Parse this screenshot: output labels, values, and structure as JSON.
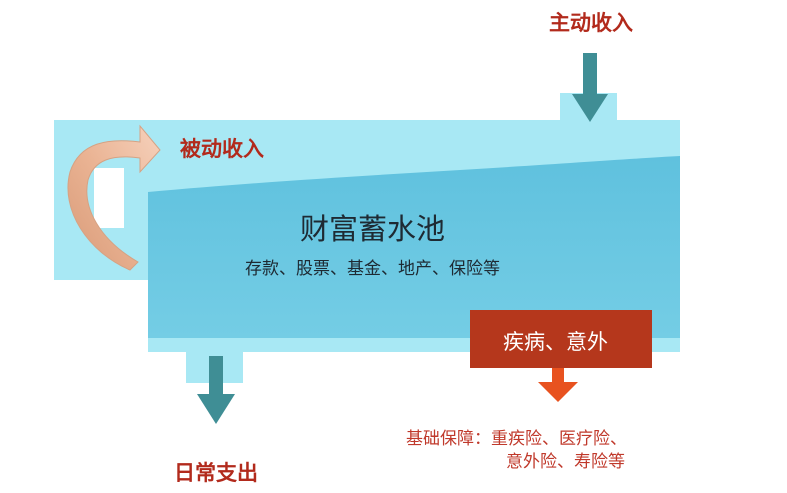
{
  "diagram": {
    "active_income": "主动收入",
    "passive_income": "被动收入",
    "pool_title": "财富蓄水池",
    "pool_contents": "存款、股票、基金、地产、保险等",
    "risk": "疾病、意外",
    "basic_protection_line1": "基础保障：重疾险、医疗险、",
    "basic_protection_line2": "意外险、寿险等",
    "daily_expense": "日常支出"
  },
  "colors": {
    "pool_light": "#a8e8f4",
    "pool_water": "#6dc8e2",
    "arrow_teal": "#3f8e95",
    "risk_red": "#b5371c",
    "risk_arrow": "#e8521f",
    "passive_arrow": "#e8a37c",
    "label_red": "#b22a1c"
  }
}
